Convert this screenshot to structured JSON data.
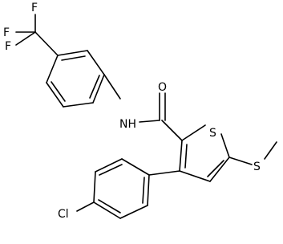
{
  "atoms": {
    "F1": "F",
    "F2": "F",
    "F3": "F",
    "O": "O",
    "NH": "NH",
    "S_ring": "S",
    "S_thioether": "S",
    "Cl": "Cl"
  },
  "colors": {
    "bond": "#000000",
    "text": "#000000",
    "background": "#ffffff"
  }
}
